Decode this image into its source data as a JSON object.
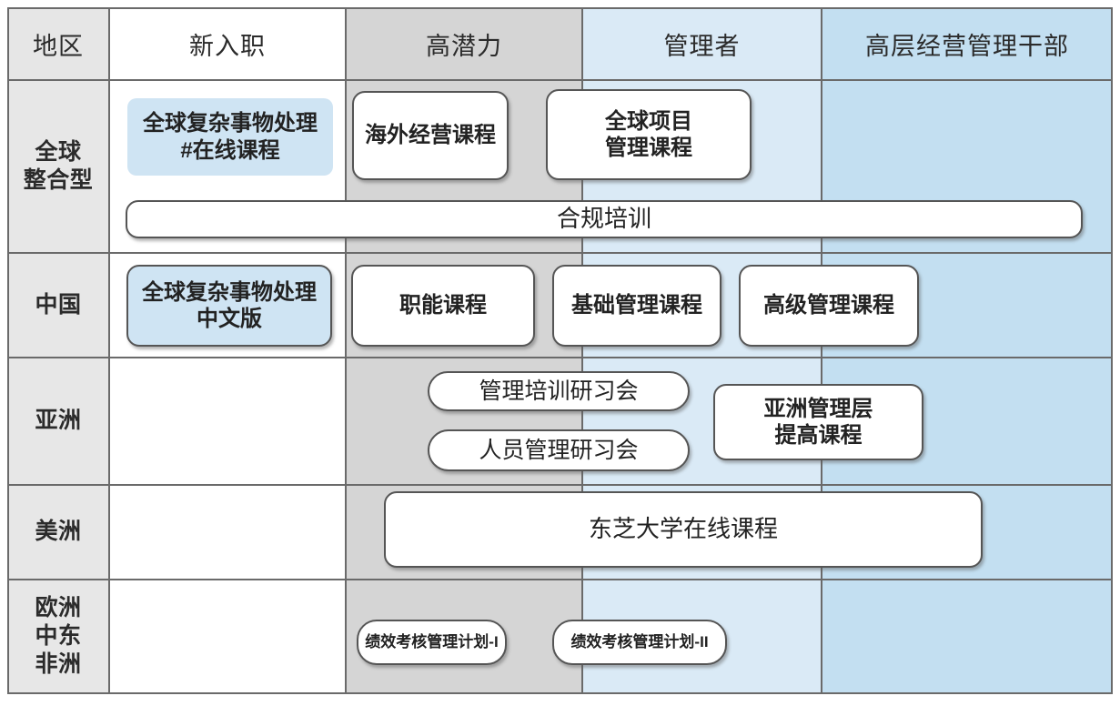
{
  "matrix": {
    "columns": [
      {
        "key": "region",
        "label": "地区",
        "fill": "#e6e6e6"
      },
      {
        "key": "newhire",
        "label": "新入职",
        "fill": "#ffffff"
      },
      {
        "key": "hipo",
        "label": "高潜力",
        "fill": "#d5d5d5"
      },
      {
        "key": "manager",
        "label": "管理者",
        "fill": "#daeaf6"
      },
      {
        "key": "exec",
        "label": "高层经营管理干部",
        "fill": "#c3dff1"
      }
    ],
    "rows": [
      {
        "key": "global",
        "label": "全球\n整合型"
      },
      {
        "key": "china",
        "label": "中国"
      },
      {
        "key": "asia",
        "label": "亚洲"
      },
      {
        "key": "americas",
        "label": "美洲"
      },
      {
        "key": "emea",
        "label": "欧洲\n中东\n非洲"
      }
    ],
    "items": [
      {
        "id": "global-complex-online",
        "row": "global",
        "col": "newhire",
        "label": "全球复杂事物处理\n#在线课程",
        "style": "chip-blue"
      },
      {
        "id": "overseas-mgmt-course",
        "row": "global",
        "col": "hipo",
        "label": "海外经营课程",
        "style": "card"
      },
      {
        "id": "global-project-mgmt",
        "row": "global",
        "col": "manager",
        "label": "全球项目\n管理课程",
        "style": "card"
      },
      {
        "id": "compliance-training",
        "row": "global",
        "col": "span",
        "label": "合规培训",
        "style": "bar"
      },
      {
        "id": "global-complex-cn",
        "row": "china",
        "col": "newhire",
        "label": "全球复杂事物处理\n中文版",
        "style": "card-blue"
      },
      {
        "id": "functional-course",
        "row": "china",
        "col": "hipo",
        "label": "职能课程",
        "style": "card"
      },
      {
        "id": "basic-mgmt-course",
        "row": "china",
        "col": "manager",
        "label": "基础管理课程",
        "style": "card"
      },
      {
        "id": "advanced-mgmt-course",
        "row": "china",
        "col": "exec",
        "label": "高级管理课程",
        "style": "card"
      },
      {
        "id": "mgmt-training-workshop",
        "row": "asia",
        "col": "hipo",
        "label": "管理培训研习会",
        "style": "pill"
      },
      {
        "id": "people-mgmt-workshop",
        "row": "asia",
        "col": "hipo",
        "label": "人员管理研习会",
        "style": "pill"
      },
      {
        "id": "asia-mgmt-advancement",
        "row": "asia",
        "col": "manager",
        "label": "亚洲管理层\n提高课程",
        "style": "card"
      },
      {
        "id": "toshiba-univ-online",
        "row": "americas",
        "col": "span",
        "label": "东芝大学在线课程",
        "style": "bar"
      },
      {
        "id": "perf-mgmt-plan-1",
        "row": "emea",
        "col": "hipo",
        "label": "绩效考核管理计划-I",
        "style": "small-pill"
      },
      {
        "id": "perf-mgmt-plan-2",
        "row": "emea",
        "col": "manager",
        "label": "绩效考核管理计划-II",
        "style": "small-pill"
      }
    ]
  },
  "colors": {
    "grid_line": "#6a6a6a",
    "header_gray": "#e6e6e6",
    "col_gray": "#d5d5d5",
    "col_blue_light": "#daeaf6",
    "col_blue_dark": "#c3dff1",
    "row_label_fill": "#e7e7e7",
    "chip_blue": "#cfe4f3",
    "box_border": "#555555",
    "text": "#222222"
  }
}
